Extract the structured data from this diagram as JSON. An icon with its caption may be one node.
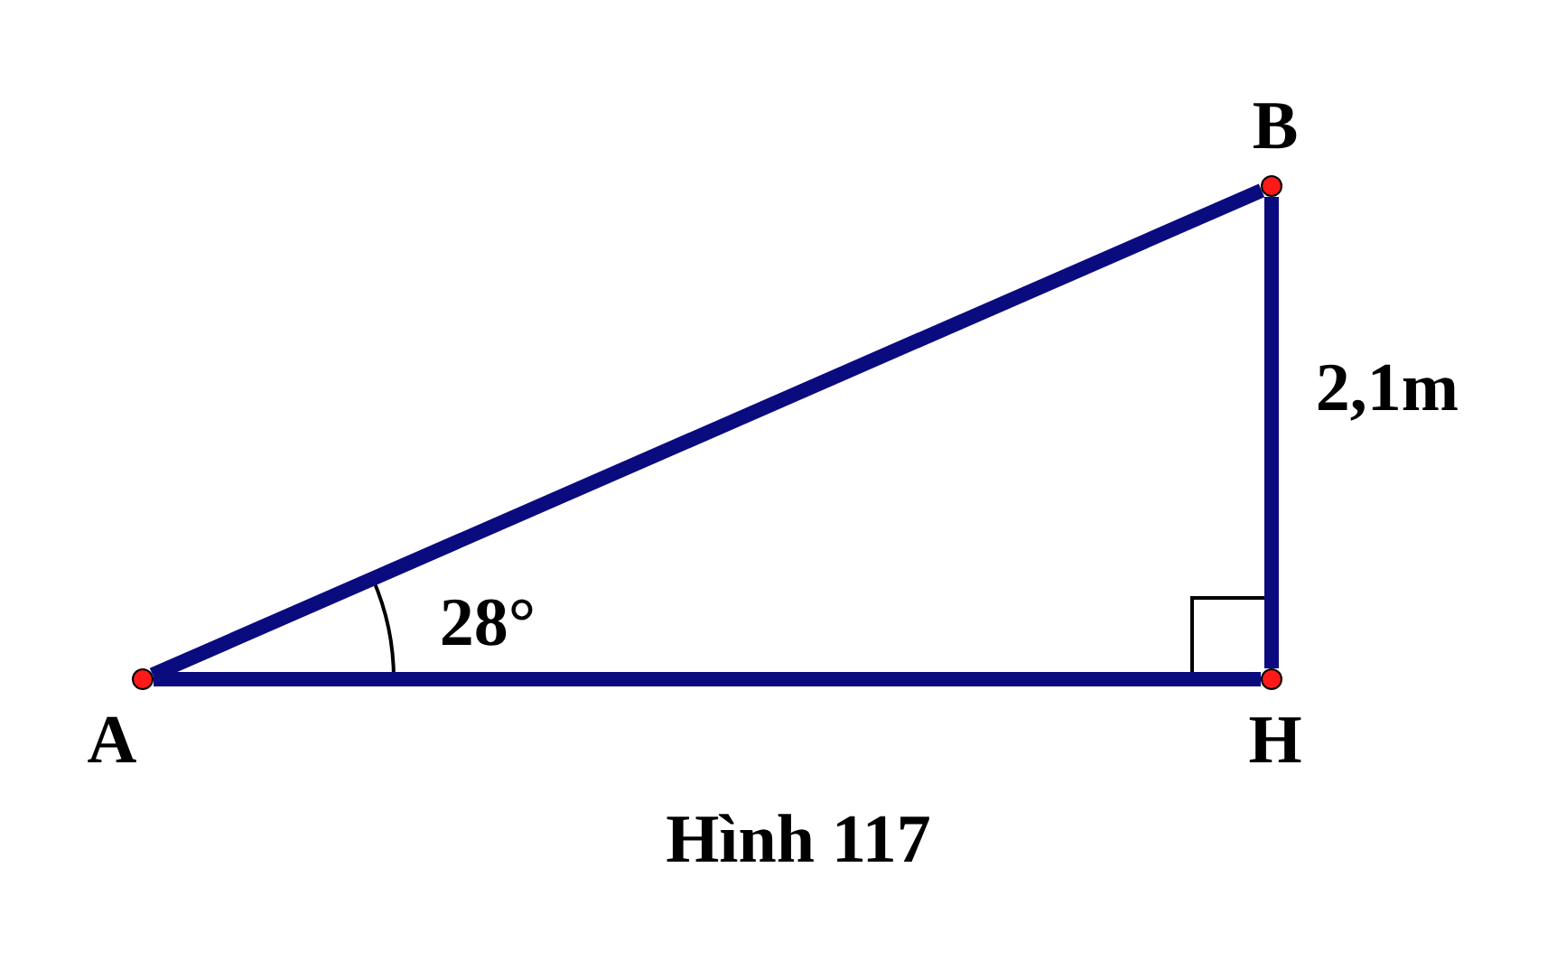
{
  "diagram": {
    "caption": "Hình 117",
    "nodes": [
      {
        "text": [
          "B"
        ]
      },
      {
        "text": [
          "A"
        ]
      },
      {
        "text": [
          "H"
        ]
      }
    ],
    "edges": [
      {
        "from": 1,
        "to": 0,
        "arrow": "none"
      },
      {
        "from": 0,
        "to": 2,
        "arrow": "none",
        "label": "2,1m"
      },
      {
        "from": 1,
        "to": 2,
        "arrow": "none"
      }
    ],
    "labels": [
      "28°"
    ]
  }
}
